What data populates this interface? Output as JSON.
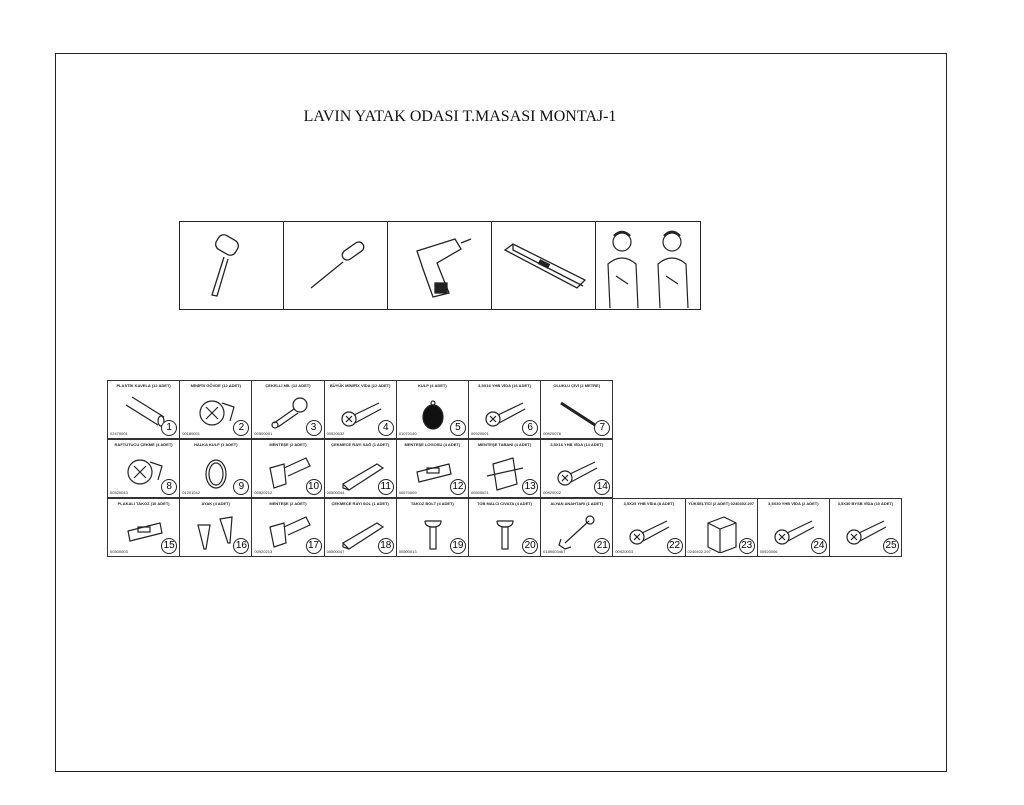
{
  "title": "LAVIN YATAK ODASI T.MASASI MONTAJ-1",
  "tools": [
    {
      "name": "mallet-icon"
    },
    {
      "name": "screwdriver-icon"
    },
    {
      "name": "drill-icon"
    },
    {
      "name": "level-icon"
    },
    {
      "name": "two-people-icon"
    }
  ],
  "parts_rows": [
    [
      {
        "n": "1",
        "label": "PLASTİK KAVELA (12 ADET)",
        "code": "02470001",
        "icon": "dowel"
      },
      {
        "n": "2",
        "label": "MİNİFİX GÖVDE (12 ADET)",
        "code": "00180001",
        "icon": "cam"
      },
      {
        "n": "3",
        "label": "ÇEKELLİ MİL (12 ADET)",
        "code": "00500001",
        "icon": "bolt"
      },
      {
        "n": "4",
        "label": "BÜYÜK MİNİFİX VİDA (12 ADET)",
        "code": "00520032",
        "icon": "screw"
      },
      {
        "n": "5",
        "label": "KULP (4 ADET)",
        "code": "01070140",
        "icon": "knob"
      },
      {
        "n": "6",
        "label": "3,5X16 YHB VİDA (16 ADET)",
        "code": "00920001",
        "icon": "screw"
      },
      {
        "n": "7",
        "label": "OLUKLU ÇİVİ (2 METRE)",
        "code": "00920076",
        "icon": "rod"
      }
    ],
    [
      {
        "n": "8",
        "label": "RAFTUTUCU ÇEKME (4 ADET)",
        "code": "00520043",
        "icon": "cam"
      },
      {
        "n": "9",
        "label": "HALKA KULP (1 ADET)",
        "code": "01201042",
        "icon": "ring"
      },
      {
        "n": "10",
        "label": "MENTEŞE (2 ADET)",
        "code": "00920212",
        "icon": "hinge"
      },
      {
        "n": "11",
        "label": "ÇEKMECE RAYI SAĞ (1 ADET)",
        "code": "00500044",
        "icon": "rail"
      },
      {
        "n": "12",
        "label": "MENTEŞE LOGOSU (4 ADET)",
        "code": "00670009",
        "icon": "plate"
      },
      {
        "n": "13",
        "label": "MENTEŞE TABANI (4 ADET)",
        "code": "00500021",
        "icon": "bracket"
      },
      {
        "n": "14",
        "label": "3,5X16 YHB VİDA (14 ADET)",
        "code": "00920002",
        "icon": "screw"
      }
    ],
    [
      {
        "n": "15",
        "label": "PLAKALI TAKOZ (10 ADET)",
        "code": "00500003",
        "icon": "plate"
      },
      {
        "n": "16",
        "label": "AYAK (4 ADET)",
        "code": "",
        "icon": "legs"
      },
      {
        "n": "17",
        "label": "MENTEŞE (2 ADET)",
        "code": "00920213",
        "icon": "hinge"
      },
      {
        "n": "18",
        "label": "ÇEKMECE RAYI SOL (1 ADET)",
        "code": "00500047",
        "icon": "rail"
      },
      {
        "n": "19",
        "label": "TAKOZ BOLT (4 ADET)",
        "code": "00500013",
        "icon": "bolt2"
      },
      {
        "n": "20",
        "label": "TOB MALCI CIVATA (4 ADET)",
        "code": "",
        "icon": "bolt2"
      },
      {
        "n": "21",
        "label": "ALYAN ANAHTARI (1 ADET)",
        "code": "0189003467",
        "icon": "wrench"
      },
      {
        "n": "22",
        "label": "3,5X25 YHB VİDA (8 ADET)",
        "code": "00920003",
        "icon": "screw"
      },
      {
        "n": "23",
        "label": "YÜKSELTİCİ (2 ADET) 0240402.297",
        "code": "0240402.297",
        "icon": "block"
      },
      {
        "n": "24",
        "label": "3,5X30 YHB VİDA (2 ADET)",
        "code": "00920006",
        "icon": "screw"
      },
      {
        "n": "25",
        "label": "3,5X30 BYSB VİDA (10 ADET)",
        "code": "",
        "icon": "screw"
      }
    ]
  ]
}
